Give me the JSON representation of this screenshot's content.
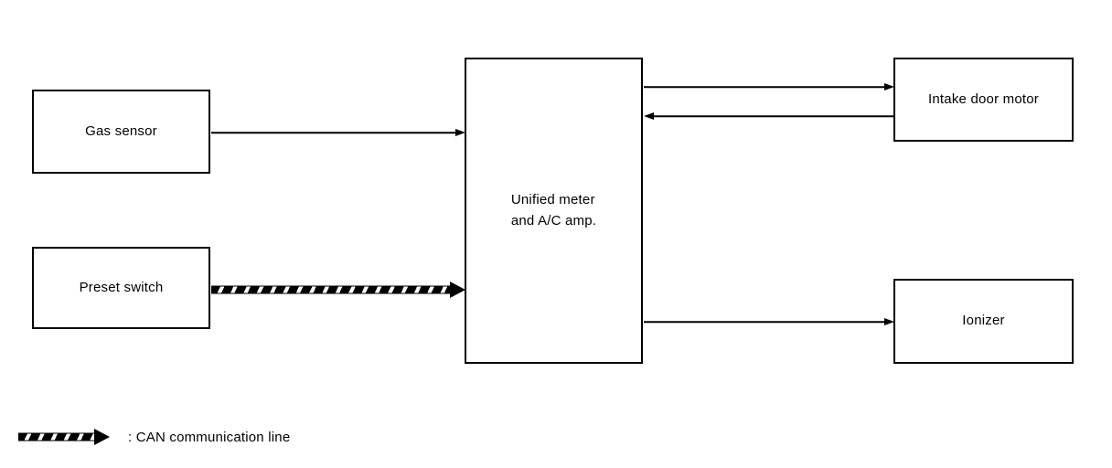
{
  "diagram": {
    "boxes": {
      "gas_sensor": "Gas sensor",
      "preset_switch": "Preset switch",
      "unified_meter": "Unified meter\nand A/C amp.",
      "intake_door_motor": "Intake door motor",
      "ionizer": "Ionizer"
    },
    "edges": [
      {
        "from": "gas_sensor",
        "to": "unified_meter",
        "type": "normal"
      },
      {
        "from": "preset_switch",
        "to": "unified_meter",
        "type": "can"
      },
      {
        "from": "unified_meter",
        "to": "intake_door_motor",
        "type": "normal"
      },
      {
        "from": "intake_door_motor",
        "to": "unified_meter",
        "type": "normal"
      },
      {
        "from": "unified_meter",
        "to": "ionizer",
        "type": "normal"
      }
    ],
    "legend": {
      "label": ": CAN communication line"
    },
    "colors": {
      "line": "#000000",
      "background": "#ffffff"
    }
  }
}
